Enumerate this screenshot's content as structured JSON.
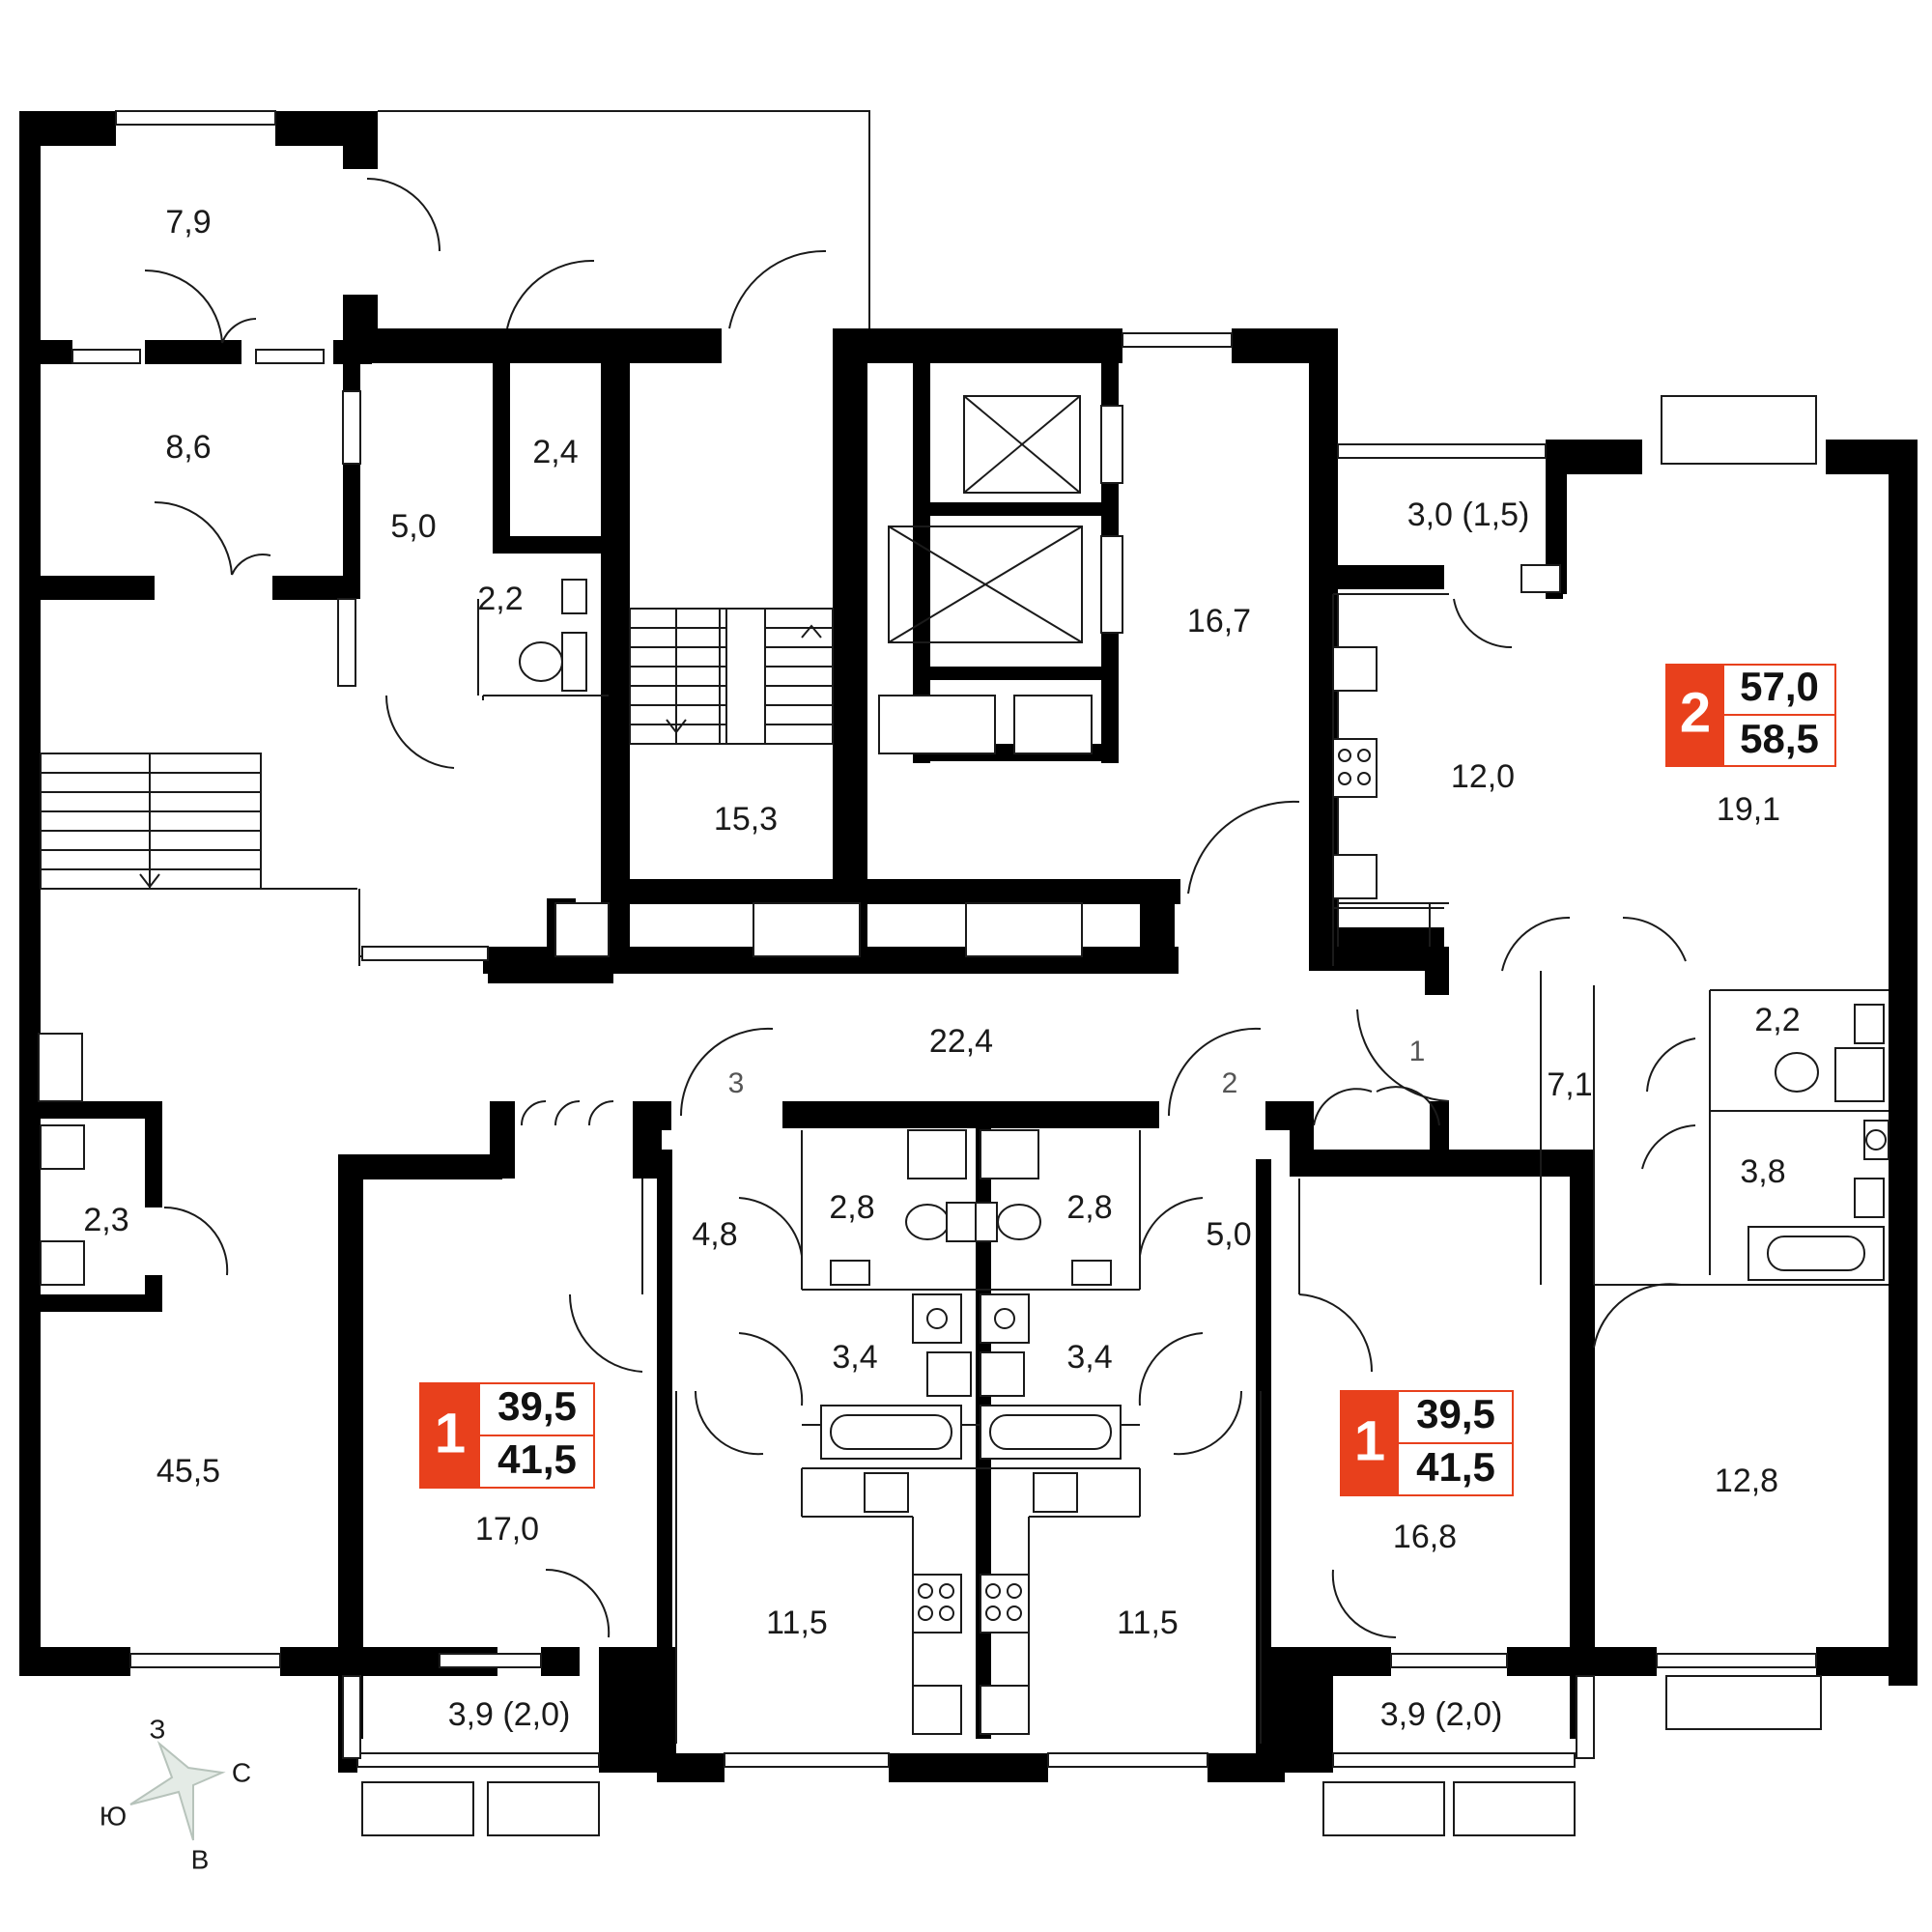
{
  "colors": {
    "wall": "#000000",
    "badge_accent": "#e8401c",
    "background": "#ffffff"
  },
  "rooms": {
    "r_7_9": "7,9",
    "r_8_6": "8,6",
    "r_2_4": "2,4",
    "r_5_0_top": "5,0",
    "r_2_2_top": "2,2",
    "r_15_3": "15,3",
    "r_16_7": "16,7",
    "r_3_0": "3,0 (1,5)",
    "r_12_0": "12,0",
    "r_19_1": "19,1",
    "r_2_2_right": "2,2",
    "r_7_1": "7,1",
    "r_3_8": "3,8",
    "r_12_8": "12,8",
    "r_22_4": "22,4",
    "r_2_3": "2,3",
    "r_45_5": "45,5",
    "r_4_8": "4,8",
    "r_2_8_left": "2,8",
    "r_2_8_right": "2,8",
    "r_5_0_mid": "5,0",
    "r_3_4_left": "3,4",
    "r_3_4_right": "3,4",
    "r_17_0": "17,0",
    "r_16_8": "16,8",
    "r_11_5_left": "11,5",
    "r_11_5_right": "11,5",
    "r_3_9_left": "3,9 (2,0)",
    "r_3_9_right": "3,9 (2,0)"
  },
  "door_numbers": {
    "d1": "1",
    "d2": "2",
    "d3": "3"
  },
  "apartments": [
    {
      "rooms": "2",
      "living_area": "57,0",
      "total_area": "58,5"
    },
    {
      "rooms": "1",
      "living_area": "39,5",
      "total_area": "41,5"
    },
    {
      "rooms": "1",
      "living_area": "39,5",
      "total_area": "41,5"
    }
  ],
  "compass": {
    "north": "С",
    "south": "Ю",
    "west": "З",
    "east": "В"
  }
}
